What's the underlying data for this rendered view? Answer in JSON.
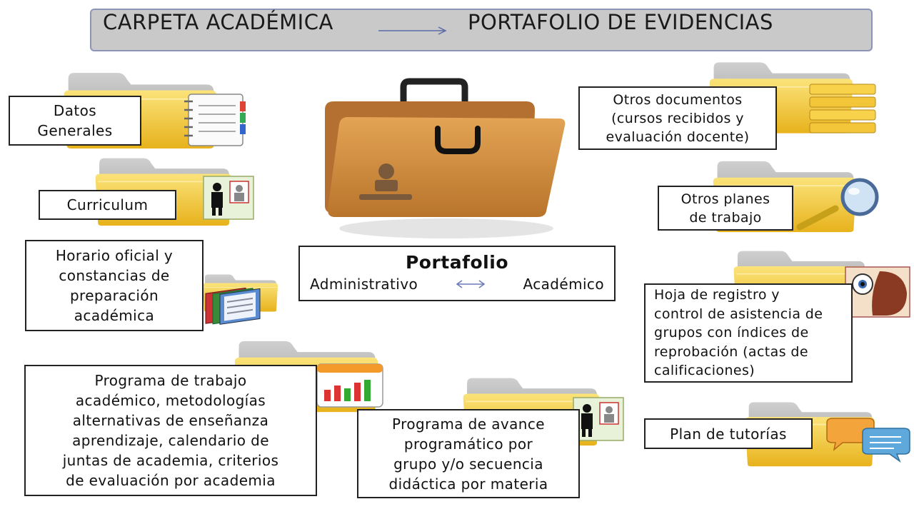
{
  "banner": {
    "left_label": "CARPETA ACADÉMICA",
    "right_label": "PORTAFOLIO DE EVIDENCIAS"
  },
  "center": {
    "title": "Portafolio",
    "left_word": "Administrativo",
    "right_word": "Académico"
  },
  "nodes": {
    "datos_generales": [
      "Datos",
      "Generales"
    ],
    "curriculum": [
      "Curriculum"
    ],
    "horario": [
      "Horario oficial y",
      "constancias de",
      "preparación",
      "académica"
    ],
    "programa_trabajo": [
      "Programa de trabajo",
      "académico, metodologías",
      "alternativas de enseñanza",
      "aprendizaje, calendario de",
      "juntas de academia, criterios",
      "de evaluación por academia"
    ],
    "programa_avance": [
      "Programa de avance",
      "programático por",
      "grupo y/o secuencia",
      "didáctica por materia"
    ],
    "otros_documentos": [
      "Otros documentos",
      "(cursos recibidos y",
      "evaluación docente)"
    ],
    "otros_planes": [
      "Otros planes",
      "de trabajo"
    ],
    "hoja_registro": [
      "Hoja de registro y",
      "control de asistencia de",
      "grupos con índices de",
      "reprobación (actas de",
      "calificaciones)"
    ],
    "tutorias": [
      "Plan de tutorías"
    ]
  },
  "colors": {
    "banner_bg": "#c9c9c9",
    "folder_yellow": "#f2c230",
    "folder_gray": "#a8a8a8",
    "briefcase": "#c8883a"
  },
  "icons": [
    "notebook-icon",
    "person-card-icon",
    "books-icon",
    "bar-chart-icon",
    "person-card-icon",
    "documents-stack-icon",
    "magnifier-icon",
    "eye-person-icon",
    "speech-bubbles-icon",
    "briefcase-icon"
  ]
}
